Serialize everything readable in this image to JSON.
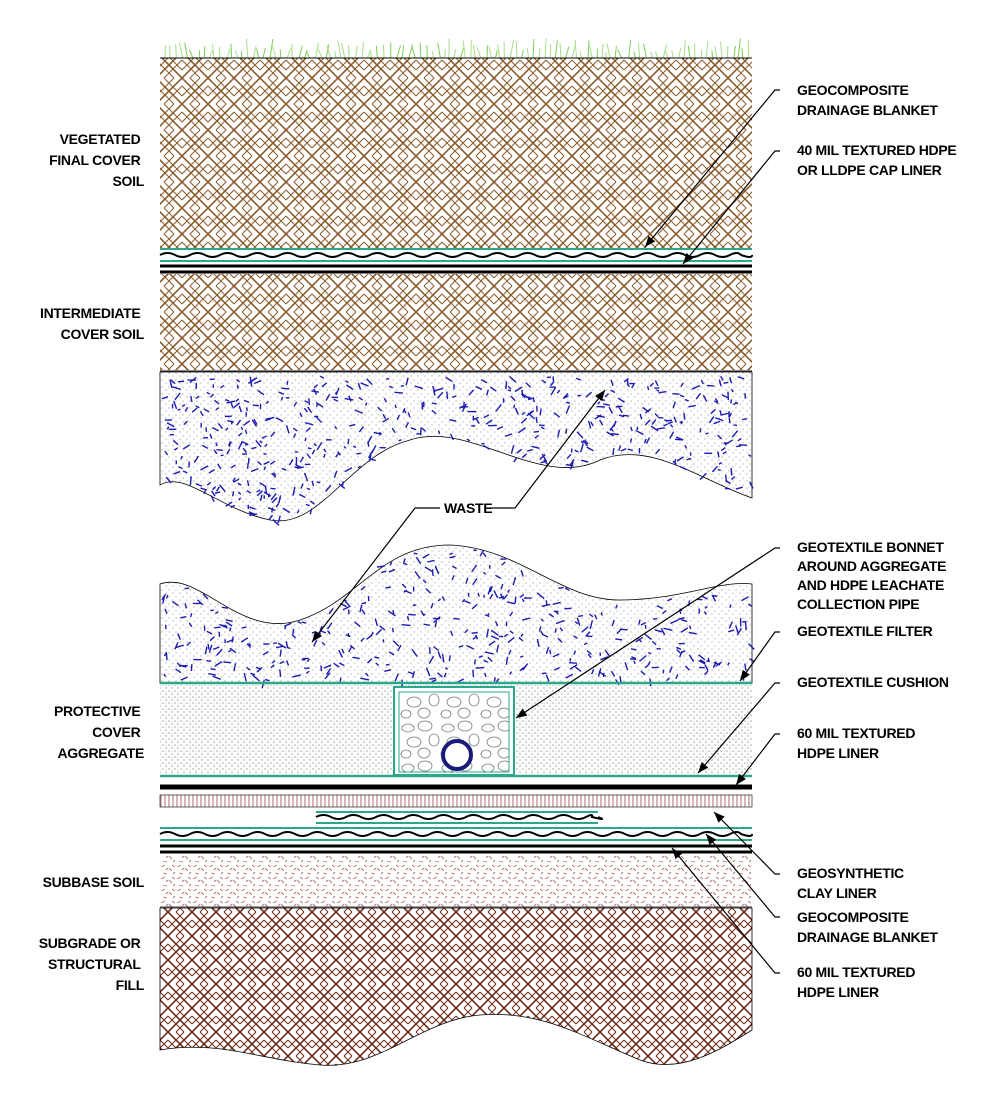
{
  "colors": {
    "soil_brown": "#8b5a2b",
    "subgrade_brown": "#6b2a1a",
    "subbase_red": "#b07070",
    "waste_blue": "#1a1ab0",
    "geotextile_teal": "#2aa88a",
    "grass_green": "#7ccf5a",
    "liner_black": "#000000"
  },
  "left_labels": {
    "vegetated": [
      "VEGETATED",
      "FINAL COVER",
      "SOIL"
    ],
    "intermediate": [
      "INTERMEDIATE",
      "COVER SOIL"
    ],
    "protective": [
      "PROTECTIVE",
      "COVER",
      "AGGREGATE"
    ],
    "subbase": [
      "SUBBASE SOIL"
    ],
    "subgrade": [
      "SUBGRADE OR",
      "STRUCTURAL",
      "FILL"
    ]
  },
  "center_labels": {
    "waste": "WASTE"
  },
  "right_labels": {
    "geocomposite_top": [
      "GEOCOMPOSITE",
      "DRAINAGE BLANKET"
    ],
    "cap_liner": [
      "40 MIL TEXTURED HDPE",
      "OR LLDPE CAP LINER"
    ],
    "geotextile_bonnet": [
      "GEOTEXTILE BONNET",
      "AROUND AGGREGATE",
      "AND HDPE LEACHATE",
      "COLLECTION PIPE"
    ],
    "geotextile_filter": [
      "GEOTEXTILE FILTER"
    ],
    "geotextile_cushion": [
      "GEOTEXTILE CUSHION"
    ],
    "hdpe_liner_upper": [
      "60 MIL TEXTURED",
      "HDPE LINER"
    ],
    "gcl": [
      "GEOSYNTHETIC",
      "CLAY LINER"
    ],
    "geocomposite_bottom": [
      "GEOCOMPOSITE",
      "DRAINAGE BLANKET"
    ],
    "hdpe_liner_lower": [
      "60 MIL TEXTURED",
      "HDPE LINER"
    ]
  }
}
